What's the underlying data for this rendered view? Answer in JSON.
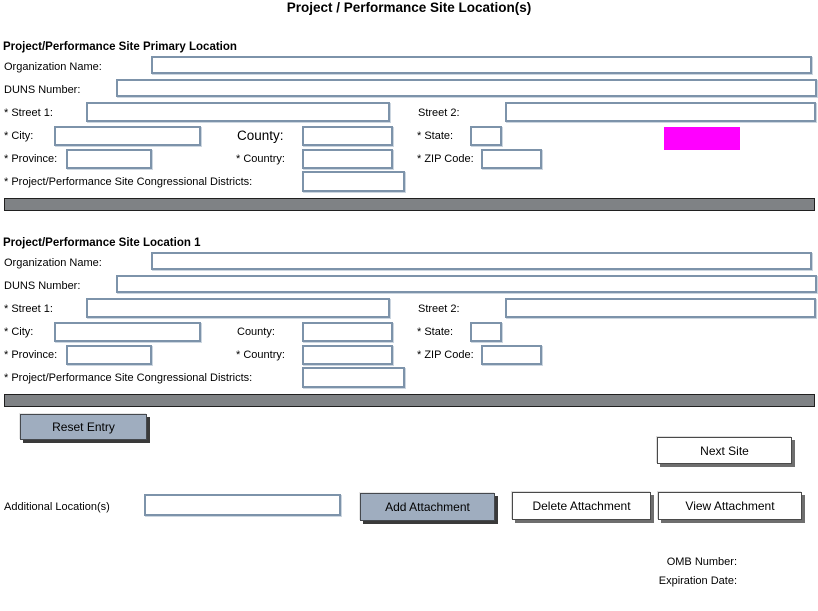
{
  "title": "Project / Performance Site Location(s)",
  "sections": [
    {
      "header": "Project/Performance Site Primary Location",
      "labels": {
        "organization_name": "Organization Name:",
        "duns": "DUNS Number:",
        "street1": "* Street 1:",
        "street2": "Street 2:",
        "city": "* City:",
        "county": "County:",
        "state": "* State:",
        "province": "* Province:",
        "country": "* Country:",
        "zip": "* ZIP Code:",
        "congressional": "* Project/Performance Site Congressional Districts:"
      },
      "values": {
        "organization_name": "",
        "duns": "",
        "street1": "",
        "street2": "",
        "city": "",
        "county": "",
        "state": "",
        "province": "",
        "country": "",
        "zip": "",
        "congressional": ""
      }
    },
    {
      "header": "Project/Performance Site Location 1",
      "labels": {
        "organization_name": "Organization Name:",
        "duns": "DUNS Number:",
        "street1": "* Street 1:",
        "street2": "Street 2:",
        "city": "* City:",
        "county": "County:",
        "state": "* State:",
        "province": "* Province:",
        "country": "* Country:",
        "zip": "* ZIP Code:",
        "congressional": "* Project/Performance Site Congressional Districts:"
      },
      "values": {
        "organization_name": "",
        "duns": "",
        "street1": "",
        "street2": "",
        "city": "",
        "county": "",
        "state": "",
        "province": "",
        "country": "",
        "zip": "",
        "congressional": ""
      }
    }
  ],
  "footer": {
    "reset_button": "Reset Entry",
    "next_site_button": "Next Site",
    "additional_locations_label": "Additional Location(s)",
    "additional_locations_value": "",
    "add_attachment_button": "Add Attachment",
    "delete_attachment_button": "Delete Attachment",
    "view_attachment_button": "View Attachment",
    "omb_number_label": "OMB Number:",
    "expiration_date_label": "Expiration Date:"
  },
  "colors": {
    "input_border": "#7d93aa",
    "steel_button": "#9fadbf",
    "divider_gray": "#7f8285",
    "highlight_box": "#ff00ff"
  }
}
